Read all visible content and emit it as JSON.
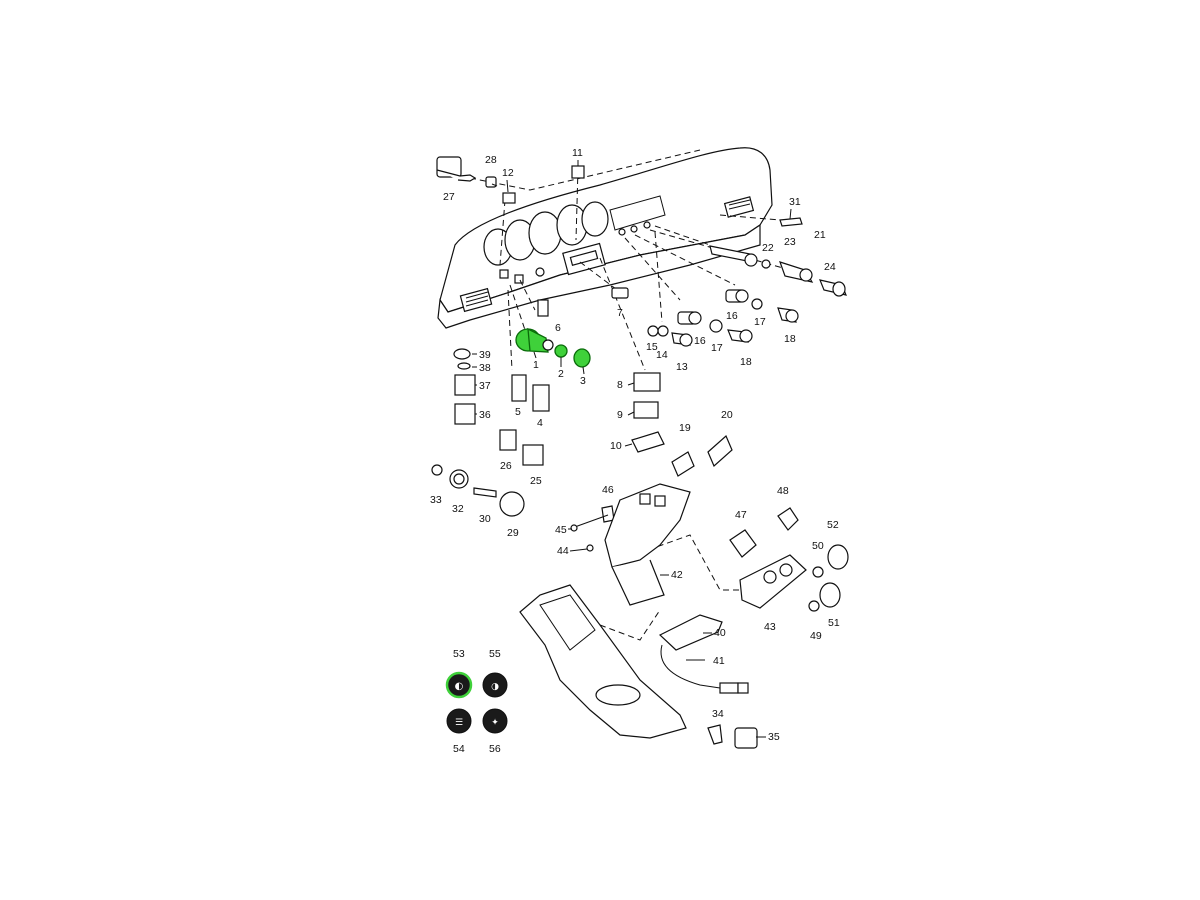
{
  "diagram": {
    "callouts": [
      "1",
      "2",
      "3",
      "4",
      "5",
      "6",
      "7",
      "8",
      "9",
      "10",
      "11",
      "12",
      "13",
      "14",
      "15",
      "16",
      "17",
      "18",
      "19",
      "20",
      "21",
      "22",
      "23",
      "24",
      "25",
      "26",
      "27",
      "28",
      "29",
      "30",
      "31",
      "32",
      "33",
      "34",
      "35",
      "36",
      "37",
      "38",
      "39",
      "40",
      "41",
      "42",
      "43",
      "44",
      "45",
      "46",
      "47",
      "48",
      "49",
      "50",
      "51",
      "52",
      "53",
      "54",
      "55",
      "56"
    ],
    "callouts_repeat": {
      "16b": "16",
      "17b": "17",
      "18b": "18"
    },
    "highlight_color": "#3fd13a",
    "highlighted_parts": [
      "1",
      "2",
      "3",
      "53"
    ]
  }
}
